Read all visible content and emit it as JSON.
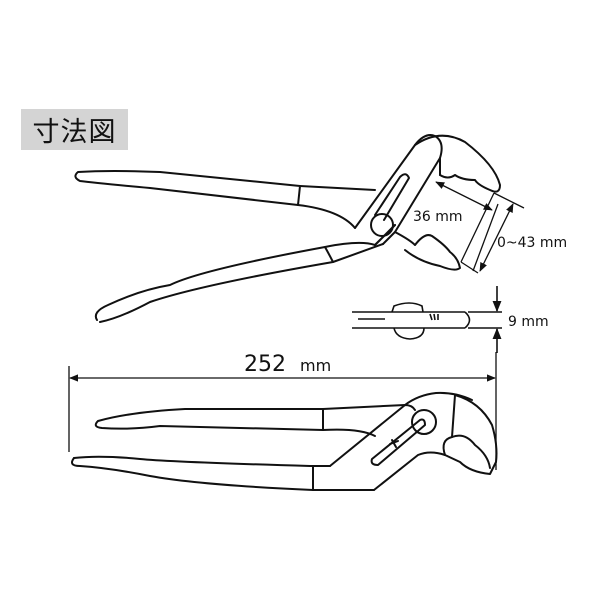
{
  "title_label": "寸法図",
  "dimensions": {
    "jaw_opening_inner": "36 mm",
    "jaw_capacity": "0~43 mm",
    "thickness": "9 mm",
    "overall_length_value": "252",
    "overall_length_unit": "mm"
  },
  "colors": {
    "label_background": "#d4d4d4",
    "line": "#111111"
  }
}
